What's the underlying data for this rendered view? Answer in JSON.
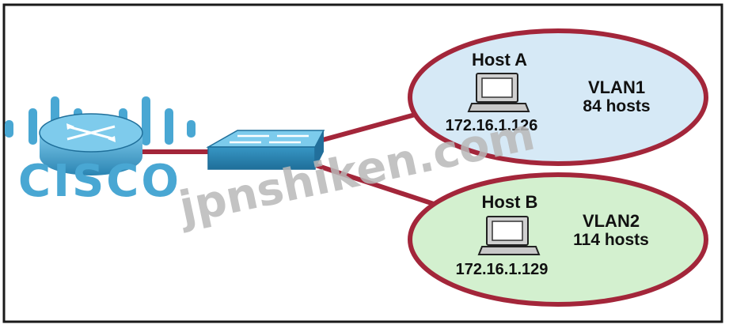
{
  "colors": {
    "frame": "#1a1a1a",
    "link": "#a3263a",
    "ellipse_border": "#a3263a",
    "vlan1_fill": "#d6e9f6",
    "vlan2_fill": "#d3f0cf",
    "device_blue": "#2c87b5",
    "device_top": "#73c2e6",
    "cisco_logo": "#49a7d3",
    "watermark": "#b8b8b8"
  },
  "icons": [
    "router-icon",
    "switch-icon",
    "host-computer-icon"
  ],
  "vlans": [
    {
      "host_name": "Host A",
      "ip": "172.16.1.126",
      "vlan": "VLAN1",
      "hosts": "84 hosts"
    },
    {
      "host_name": "Host B",
      "ip": "172.16.1.129",
      "vlan": "VLAN2",
      "hosts": "114 hosts"
    }
  ],
  "logo": {
    "text": "CISCO"
  },
  "watermark": {
    "text": "jpnshiken.com"
  }
}
